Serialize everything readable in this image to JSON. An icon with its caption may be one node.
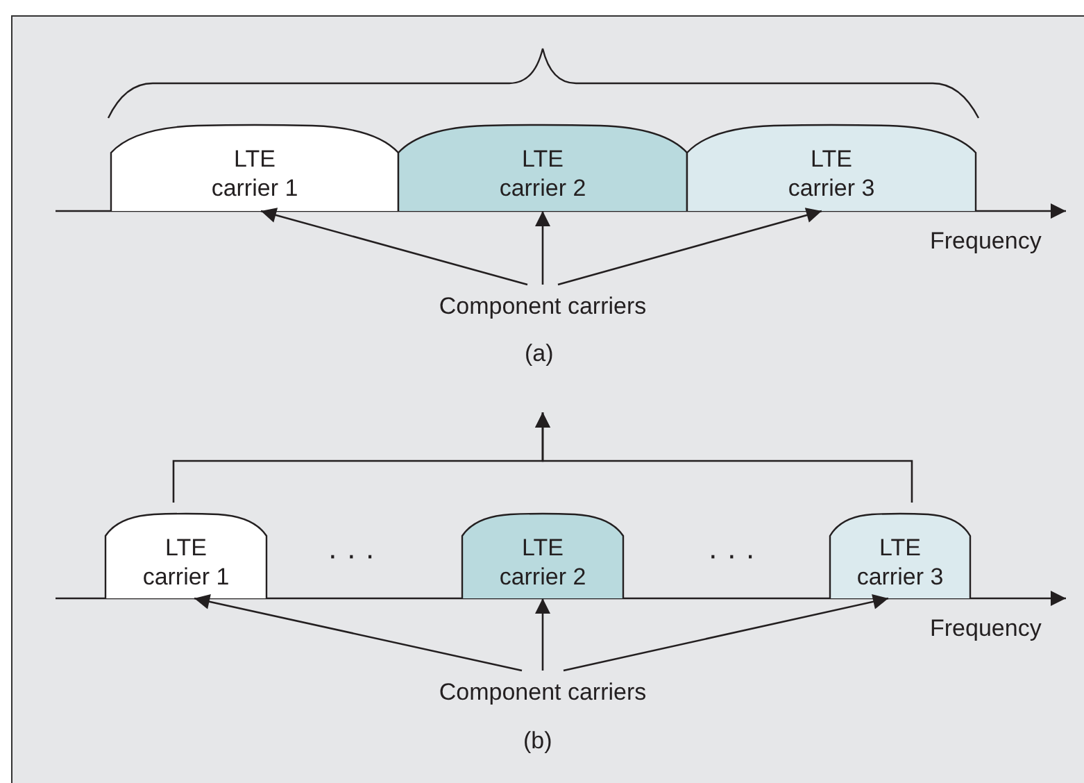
{
  "diagram": {
    "nodes": [
      {
        "text": [
          "LTE carrier 1"
        ]
      },
      {
        "text": [
          "LTE carrier 2"
        ]
      },
      {
        "text": [
          "LTE carrier 3"
        ]
      },
      {
        "text": [
          "Component carriers"
        ]
      },
      {
        "text": [
          "LTE carrier 1"
        ]
      },
      {
        "text": [
          "LTE carrier 2"
        ]
      },
      {
        "text": [
          "LTE carrier 3"
        ]
      },
      {
        "text": [
          "Component carriers"
        ]
      }
    ],
    "edges": [
      {
        "from": 3,
        "to": 0,
        "arrow": "to"
      },
      {
        "from": 3,
        "to": 1,
        "arrow": "to"
      },
      {
        "from": 3,
        "to": 2,
        "arrow": "to"
      },
      {
        "from": 7,
        "to": 4,
        "arrow": "to"
      },
      {
        "from": 7,
        "to": 5,
        "arrow": "to"
      },
      {
        "from": 7,
        "to": 6,
        "arrow": "to"
      },
      {
        "from": 4,
        "to": null,
        "arrow": "to"
      },
      {
        "from": 6,
        "to": null,
        "arrow": "to"
      }
    ],
    "labels": [
      "Frequency",
      "(a)",
      "· · ·",
      "· · ·",
      "Frequency",
      "(b)"
    ]
  }
}
